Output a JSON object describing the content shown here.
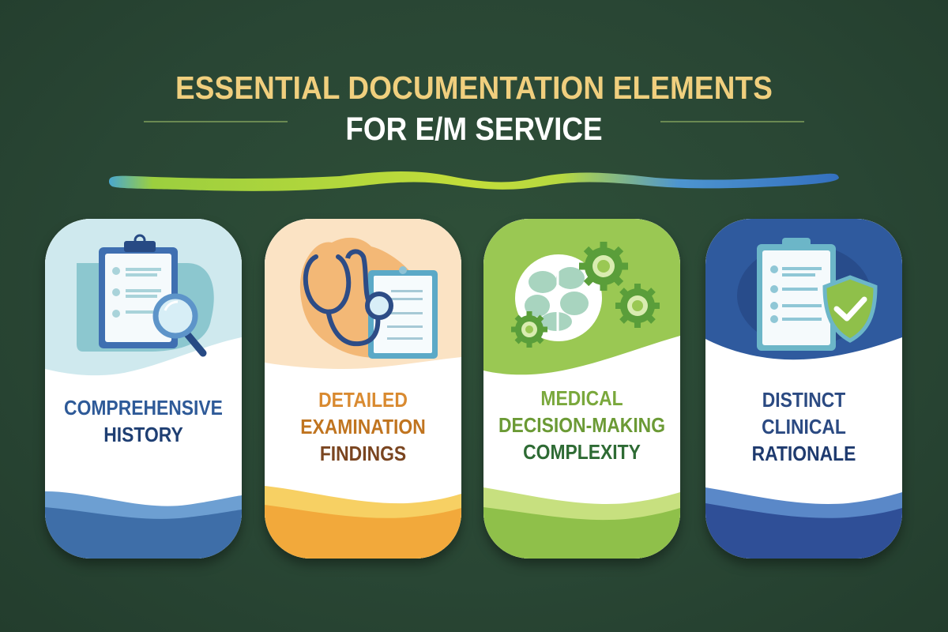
{
  "header": {
    "title_line1": "ESSENTIAL DOCUMENTATION ELEMENTS",
    "title_line2": "FOR E/M SERVICE"
  },
  "colors": {
    "background": "#294634",
    "title_gold": "#f0cf7e",
    "title_white": "#ffffff",
    "blue": "#3a66a6",
    "orange": "#f2a93b",
    "green": "#8fc04a",
    "navy": "#2f4f97"
  },
  "cards": [
    {
      "icon": "clipboard-magnifier-icon",
      "lines": [
        "COMPREHENSIVE",
        "HISTORY"
      ],
      "line_colors": [
        "#2e5a98",
        "#1f3f73"
      ]
    },
    {
      "icon": "stethoscope-clipboard-icon",
      "lines": [
        "DETAILED",
        "EXAMINATION",
        "FINDINGS"
      ],
      "line_colors": [
        "#d98a30",
        "#c0741f",
        "#7a4520"
      ]
    },
    {
      "icon": "brain-gears-icon",
      "lines": [
        "MEDICAL",
        "DECISION-MAKING",
        "COMPLEXITY"
      ],
      "line_colors": [
        "#7aa83c",
        "#6b9a35",
        "#2e6b34"
      ]
    },
    {
      "icon": "clipboard-shield-check-icon",
      "lines": [
        "DISTINCT",
        "CLINICAL",
        "RATIONALE"
      ],
      "line_colors": [
        "#2b4a82",
        "#2b4a82",
        "#1e3a6e"
      ]
    }
  ]
}
